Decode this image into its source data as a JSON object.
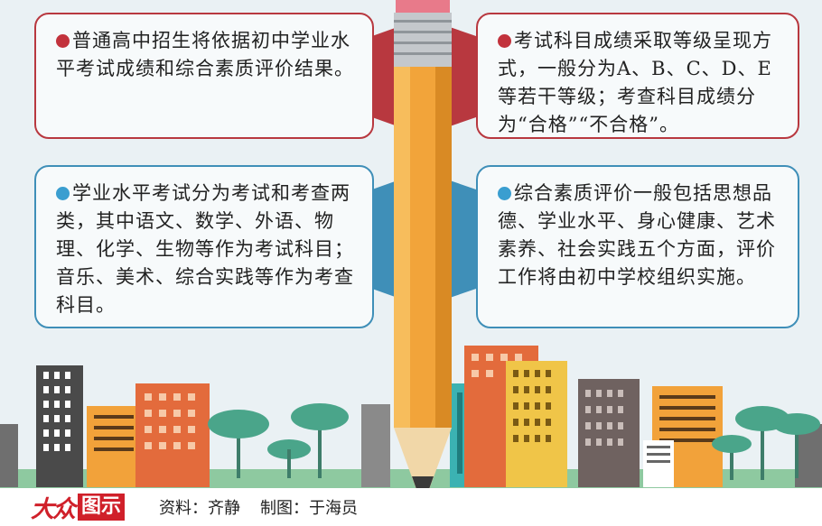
{
  "cards": [
    {
      "text": "普通高中招生将依据初中学业水平考试成绩和综合素质评价结果。",
      "color": "#c2323c"
    },
    {
      "text": "考试科目成绩采取等级呈现方式，一般分为A、B、C、D、E等若干等级；考查科目成绩分为“合格”“不合格”。",
      "color": "#c2323c"
    },
    {
      "text": "学业水平考试分为考试和考查两类，其中语文、数学、外语、物理、化学、生物等作为考试科目；音乐、美术、综合实践等作为考查科目。",
      "color": "#3a9ed0"
    },
    {
      "text": "综合素质评价一般包括思想品德、学业水平、身心健康、艺术素养、社会实践五个方面，评价工作将由初中学校组织实施。",
      "color": "#3a9ed0"
    }
  ],
  "footer": {
    "logo_part1": "大众",
    "logo_part2": "图示",
    "source": "资料：齐静",
    "maker": "制图：于海员"
  }
}
